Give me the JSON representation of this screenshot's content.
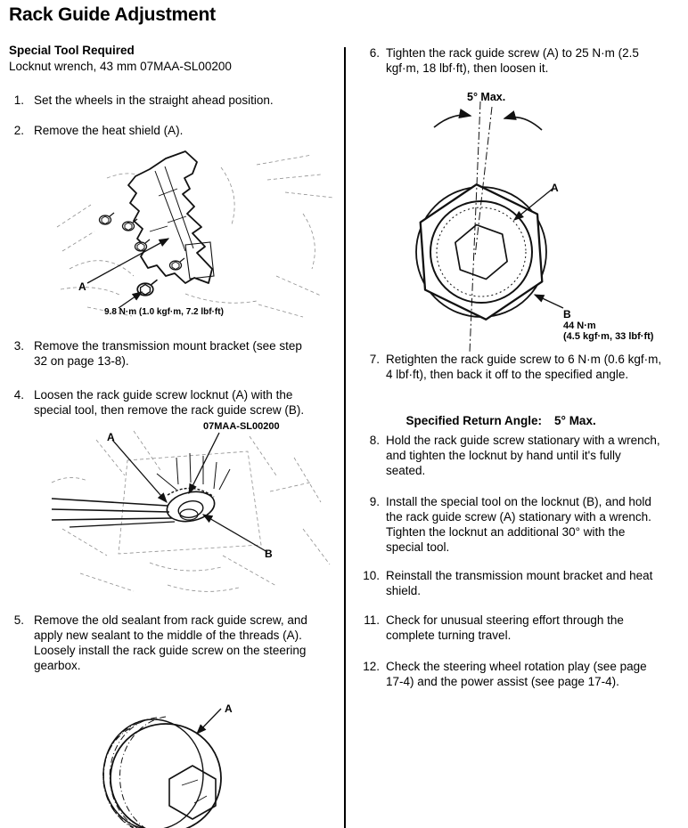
{
  "title": "Rack Guide Adjustment",
  "special_tool": {
    "heading": "Special Tool Required",
    "item": "Locknut wrench, 43 mm 07MAA-SL00200"
  },
  "steps_left": [
    {
      "num": "1.",
      "lines": [
        "Set the wheels in the straight ahead position."
      ]
    },
    {
      "num": "2.",
      "lines": [
        "Remove the heat shield (A)."
      ]
    },
    {
      "num": "3.",
      "lines": [
        "Remove the transmission mount bracket (see step",
        "32 on page 13-8)."
      ]
    },
    {
      "num": "4.",
      "lines": [
        "Loosen the rack guide screw locknut (A) with the",
        "special tool, then remove the rack guide screw (B)."
      ]
    },
    {
      "num": "5.",
      "lines": [
        "Remove the old sealant from rack guide screw, and",
        "apply new sealant to the middle of the threads (A).",
        "Loosely install the rack guide screw on the steering",
        "gearbox."
      ]
    }
  ],
  "steps_right": [
    {
      "num": "6.",
      "lines": [
        "Tighten the rack guide screw (A) to 25 N·m (2.5",
        "kgf·m, 18 lbf·ft), then loosen it."
      ]
    },
    {
      "num": "7.",
      "lines": [
        "Retighten the rack guide screw to 6 N·m (0.6 kgf·m,",
        "4 lbf·ft), then back it off to the specified angle."
      ]
    },
    {
      "num": "8.",
      "lines": [
        "Hold the rack guide screw stationary with a wrench,",
        "and tighten the locknut by hand until it's fully",
        "seated."
      ]
    },
    {
      "num": "9.",
      "lines": [
        "Install the special tool on the locknut (B), and hold",
        "the rack guide screw (A) stationary with a wrench.",
        "Tighten the locknut an additional 30° with the",
        "special tool."
      ]
    },
    {
      "num": "10.",
      "lines": [
        "Reinstall the transmission mount bracket and heat",
        "shield."
      ]
    },
    {
      "num": "11.",
      "lines": [
        "Check for unusual steering effort through the",
        "complete turning travel."
      ]
    },
    {
      "num": "12.",
      "lines": [
        "Check the steering wheel rotation play (see page",
        "17-4) and the power assist (see page 17-4)."
      ]
    }
  ],
  "spec_return_angle": {
    "label": "Specified Return Angle:",
    "value": "5° Max."
  },
  "figures": {
    "heat_shield": {
      "label_a": "A",
      "torque": "9.8 N·m (1.0 kgf·m, 7.2 lbf·ft)"
    },
    "special_tool_fig": {
      "label_a": "A",
      "tool_number": "07MAA-SL00200",
      "label_b": "B"
    },
    "locknut_fig": {
      "angle_limit": "5° Max.",
      "label_a": "A",
      "label_b": "B",
      "torque": "44 N·m",
      "torque_alt": "(4.5 kgf·m, 33 lbf·ft)"
    },
    "screw_fig": {
      "label_a": "A"
    }
  },
  "colors": {
    "ink": "#000000",
    "paper": "#ffffff"
  }
}
